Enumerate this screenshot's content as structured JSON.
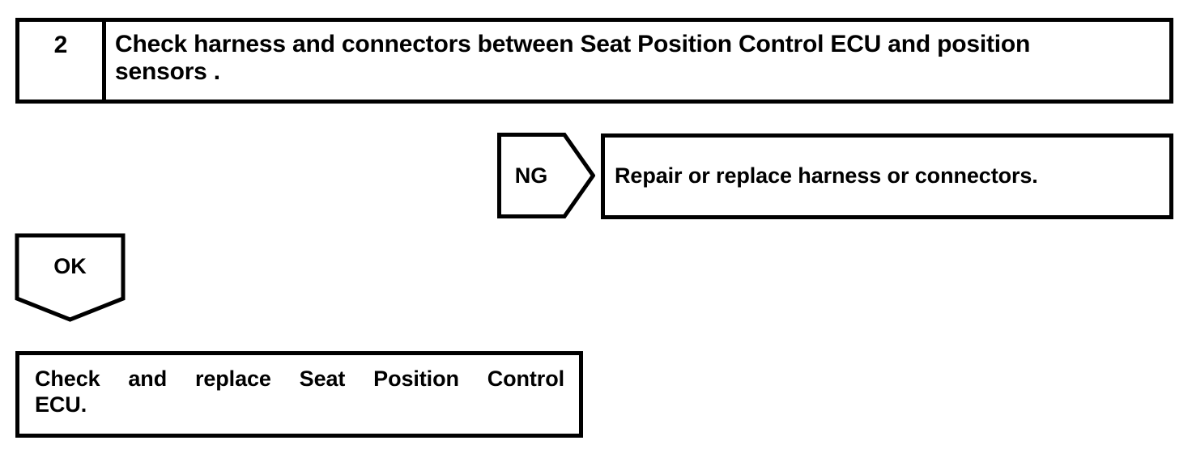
{
  "diagram": {
    "type": "troubleshooting-flowchart",
    "colors": {
      "line": "#000000",
      "fill": "#ffffff",
      "text": "#000000"
    },
    "step": {
      "number": "2",
      "instruction": "Check harness and connectors between Seat Position Control ECU and position\nsensors ."
    },
    "branches": {
      "ng": {
        "label": "NG",
        "shape": "right-pointing-chevron",
        "result": "Repair or replace harness or connectors."
      },
      "ok": {
        "label": "OK",
        "shape": "down-pointing-pentagon",
        "result_line_1": "Check and replace Seat Position Control",
        "result_line_2": "ECU."
      }
    }
  }
}
